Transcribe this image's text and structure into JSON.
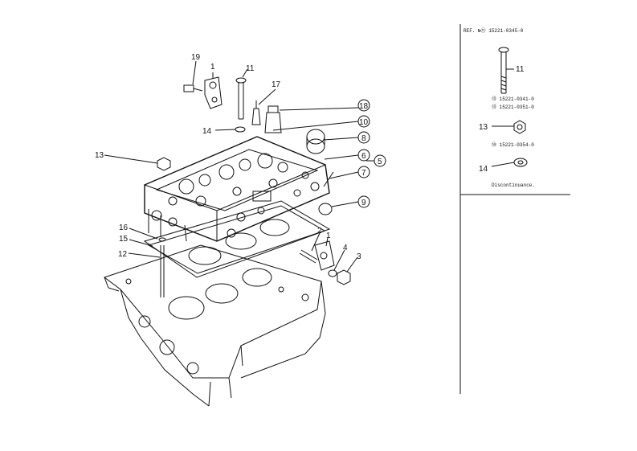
{
  "callouts": {
    "c1a": "1",
    "c19": "19",
    "c11": "11",
    "c17": "17",
    "c18": "18",
    "c14": "14",
    "c10": "10",
    "c8": "8",
    "c13": "13",
    "c6": "6",
    "c5": "5",
    "c7": "7",
    "c9": "9",
    "c16": "16",
    "c15": "15",
    "c12": "12",
    "c2": "2",
    "c1b": "1",
    "c4": "4",
    "c3": "3"
  },
  "sidebar": {
    "ref_line": "REF. №⑪ 15221-0345-0",
    "part_11_label": "11",
    "ref_13a": "⑬ 15221-0341-0",
    "ref_13b": "⑬ 15221-0351-0",
    "part_13_label": "13",
    "ref_14": "⑭ 15221-0354-0",
    "part_14_label": "14",
    "note": "Discontinuance."
  }
}
